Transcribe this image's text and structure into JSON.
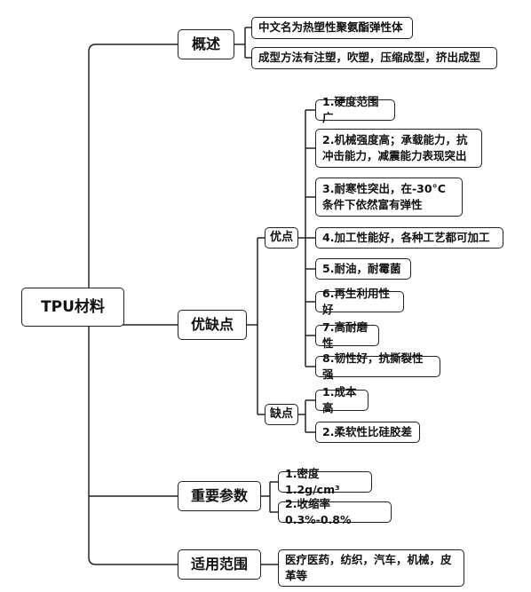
{
  "root": "TPU材料",
  "overview": {
    "label": "概述",
    "items": [
      "中文名为热塑性聚氨酯弹性体",
      "成型方法有注塑，吹塑，压缩成型，挤出成型"
    ]
  },
  "pros_cons": {
    "label": "优缺点",
    "pros": {
      "label": "优点",
      "items": [
        "1.硬度范围广",
        "2.机械强度高；承载能力，抗冲击能力，减震能力表现突出",
        "3.耐寒性突出，在-30°C条件下依然富有弹性",
        "4.加工性能好，各种工艺都可加工",
        "5.耐油，耐霉菌",
        "6.再生利用性好",
        "7.高耐磨性",
        "8.韧性好，抗撕裂性强"
      ]
    },
    "cons": {
      "label": "缺点",
      "items": [
        "1.成本高",
        "2.柔软性比硅胶差"
      ]
    }
  },
  "params": {
    "label": "重要参数",
    "items": [
      "1.密度1.2g/cm³",
      "2.收缩率0.3%-0.8%"
    ]
  },
  "applications": {
    "label": "适用范围",
    "items": [
      "医疗医药，纺织，汽车，机械，皮革等"
    ]
  }
}
